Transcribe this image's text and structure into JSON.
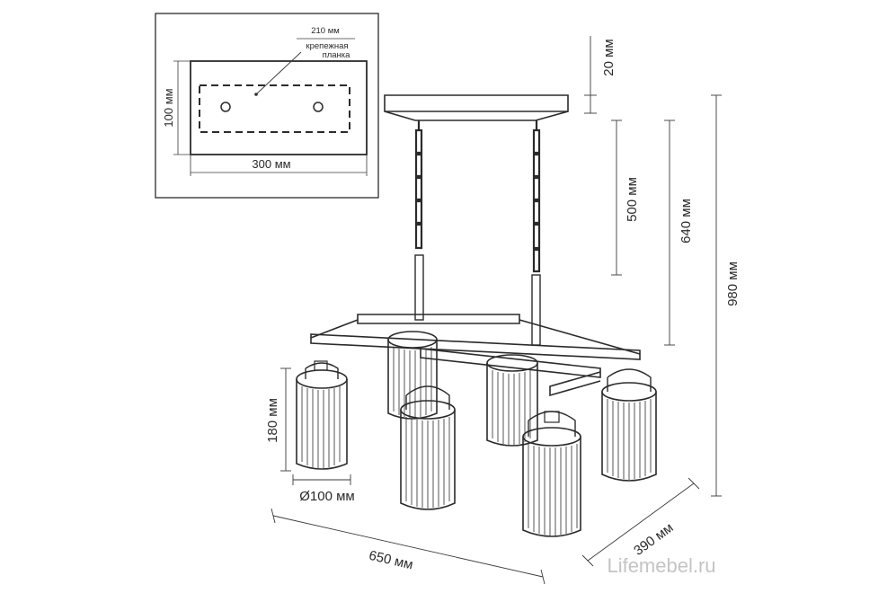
{
  "inset": {
    "mount_plate_width": "210 мм",
    "mount_plate_label_line1": "крепежная",
    "mount_plate_label_line2": "планка",
    "canopy_depth": "100 мм",
    "canopy_width": "300 мм"
  },
  "dimensions": {
    "canopy_height": "20 мм",
    "chain_length": "500 мм",
    "suspension_height": "640 мм",
    "total_height": "980 мм",
    "shade_height": "180 мм",
    "shade_diameter": "Ø100 мм",
    "length": "650 мм",
    "depth": "390 мм"
  },
  "watermark": "Lifemebel.ru",
  "colors": {
    "line": "#2b2b2b",
    "dim_line": "#3a3a3a",
    "watermark": "#c4c4c4"
  },
  "icons": [
    "chandelier-drawing",
    "mount-plate-drawing"
  ]
}
